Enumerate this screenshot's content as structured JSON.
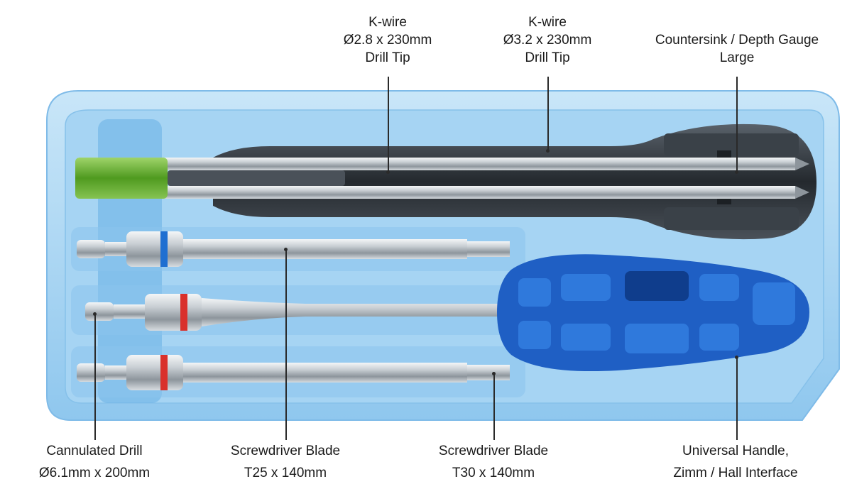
{
  "callouts_top": [
    {
      "id": "kwire-28",
      "lines": [
        "K-wire",
        "Ø2.8 x 230mm",
        "Drill Tip"
      ]
    },
    {
      "id": "kwire-32",
      "lines": [
        "K-wire",
        "Ø3.2 x 230mm",
        "Drill Tip"
      ]
    },
    {
      "id": "countersink",
      "lines": [
        "Countersink / Depth Gauge",
        "Large"
      ]
    }
  ],
  "callouts_bottom": [
    {
      "id": "cannulated-drill",
      "lines": [
        "Cannulated Drill",
        "Ø6.1mm x 200mm"
      ]
    },
    {
      "id": "screwdriver-t25",
      "lines": [
        "Screwdriver Blade",
        "T25 x 140mm"
      ]
    },
    {
      "id": "screwdriver-t30",
      "lines": [
        "Screwdriver Blade",
        "T30 x 140mm"
      ]
    },
    {
      "id": "universal-handle",
      "lines": [
        "Universal Handle,",
        "Zimm / Hall Interface"
      ]
    }
  ],
  "colors": {
    "tray": "#9fd0f2",
    "tray_edge": "#6fb3e6",
    "handle_blue": "#1f5fc4",
    "band_blue": "#1f6fd1",
    "band_red": "#d9302b",
    "kwire_green": "#5fa82a",
    "steel": "#b9c0c6",
    "dark_handle": "#2b3036"
  }
}
